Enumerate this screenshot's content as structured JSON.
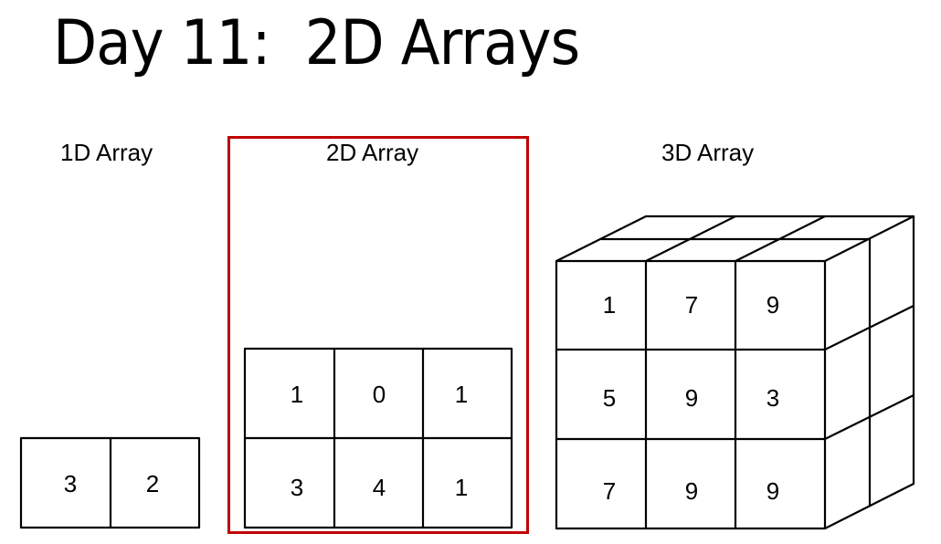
{
  "title": "Day 11:  2D Arrays",
  "colors": {
    "highlight": "#c00000",
    "stroke": "#000000",
    "background": "#ffffff"
  },
  "panels": {
    "one_d": {
      "label": "1D Array",
      "values": [
        "3",
        "2"
      ]
    },
    "two_d": {
      "label": "2D Array",
      "highlighted": true,
      "rows": [
        [
          "1",
          "0",
          "1"
        ],
        [
          "3",
          "4",
          "1"
        ]
      ]
    },
    "three_d": {
      "label": "3D Array",
      "front_rows": [
        [
          "1",
          "7",
          "9"
        ],
        [
          "5",
          "9",
          "3"
        ],
        [
          "7",
          "9",
          "9"
        ]
      ]
    }
  }
}
